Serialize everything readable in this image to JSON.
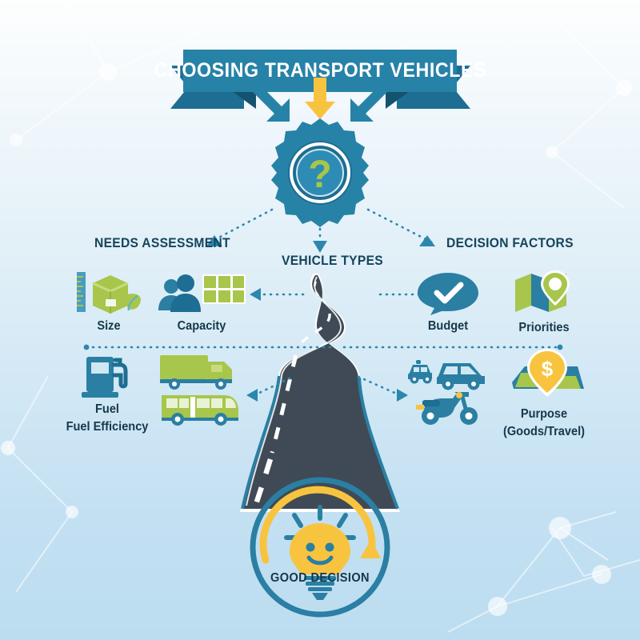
{
  "banner": {
    "title": "CHOOSING TRANSPORT VEHICLES"
  },
  "hub": {
    "icon": "gear-question-icon",
    "symbol": "?"
  },
  "sections": {
    "needs": "NEEDS ASSESSMENT",
    "types": "VEHICLE TYPES",
    "factors": "DECISION FACTORS"
  },
  "items": {
    "size": {
      "label": "Size",
      "icon": "ruler-box-leaf-icon"
    },
    "capacity": {
      "label": "Capacity",
      "icon": "people-boxes-icon"
    },
    "budget": {
      "label": "Budget",
      "icon": "speech-bubble-check-icon"
    },
    "priorities": {
      "label": "Priorities",
      "icon": "map-pin-icon"
    },
    "fuel": {
      "label_line1": "Fuel",
      "label_line2": "Fuel Efficiency",
      "icon": "fuel-pump-icon"
    },
    "purpose": {
      "label_line1": "Purpose",
      "label_line2": "(Goods/Travel)",
      "icon": "map-dollar-pin-icon"
    }
  },
  "vehicles": {
    "truck": "truck-icon",
    "bus": "bus-icon",
    "car_small": "small-car-icon",
    "car_large": "car-icon",
    "scooter": "scooter-icon"
  },
  "outcome": {
    "label": "GOOD DECISION",
    "icon": "lightbulb-smile-icon"
  },
  "road": {
    "icon": "winding-road-icon"
  },
  "colors": {
    "teal": "#2782a8",
    "teal_dark": "#1d6e92",
    "teal_deeper": "#14536f",
    "navy_text": "#16384a",
    "green": "#a7c64b",
    "yellow": "#f8c43f",
    "road_dark": "#3f4a56",
    "bg_top": "#fdfefe",
    "bg_bottom": "#bcddf0"
  }
}
